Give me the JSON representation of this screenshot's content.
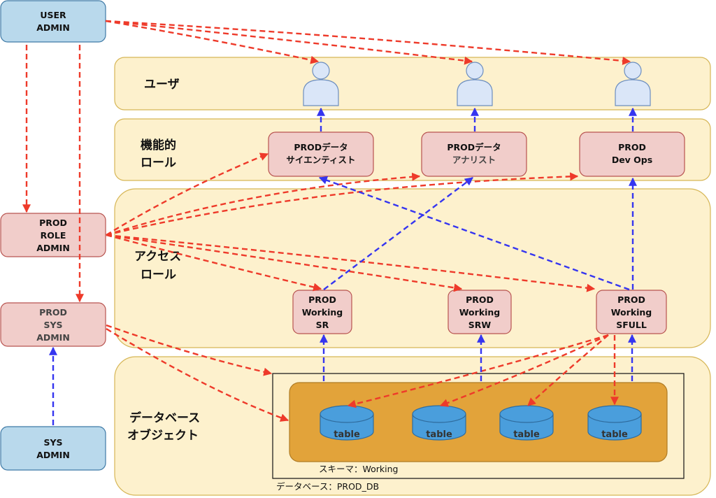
{
  "lanes": {
    "users": "ユーザ",
    "functional_roles": [
      "機能的",
      "ロール"
    ],
    "access_roles": [
      "アクセス",
      "ロール"
    ],
    "db_objects": [
      "データベース",
      "オブジェクト"
    ]
  },
  "admins": {
    "user_admin": [
      "USER",
      "ADMIN"
    ],
    "prod_role_admin": [
      "PROD",
      "ROLE",
      "ADMIN"
    ],
    "prod_sys_admin": [
      "PROD",
      "SYS",
      "ADMIN"
    ],
    "sys_admin": [
      "SYS",
      "ADMIN"
    ]
  },
  "functional_roles": [
    {
      "id": "ds",
      "lines": [
        "PRODデータ",
        "サイエンティスト"
      ]
    },
    {
      "id": "an",
      "lines": [
        "PRODデータ",
        "アナリスト"
      ]
    },
    {
      "id": "ops",
      "lines": [
        "PROD",
        "Dev Ops"
      ]
    }
  ],
  "access_roles": [
    {
      "id": "sr",
      "lines": [
        "PROD",
        "Working",
        "SR"
      ]
    },
    {
      "id": "srw",
      "lines": [
        "PROD",
        "Working",
        "SRW"
      ]
    },
    {
      "id": "sfull",
      "lines": [
        "PROD",
        "Working",
        "SFULL"
      ]
    }
  ],
  "tables": [
    "table",
    "table",
    "table",
    "table"
  ],
  "schema_label": "スキーマ：Working",
  "database_label": "データベース：PROD_DB",
  "colors": {
    "ownership_edge": "#ee3a2a",
    "grant_edge": "#3535f0",
    "lane_fill": "#fdf1cd",
    "role_fill": "#f1cdca",
    "admin_fill": "#b9d9ec",
    "schema_fill": "#e2a33a",
    "table_fill": "#4a9edc"
  }
}
